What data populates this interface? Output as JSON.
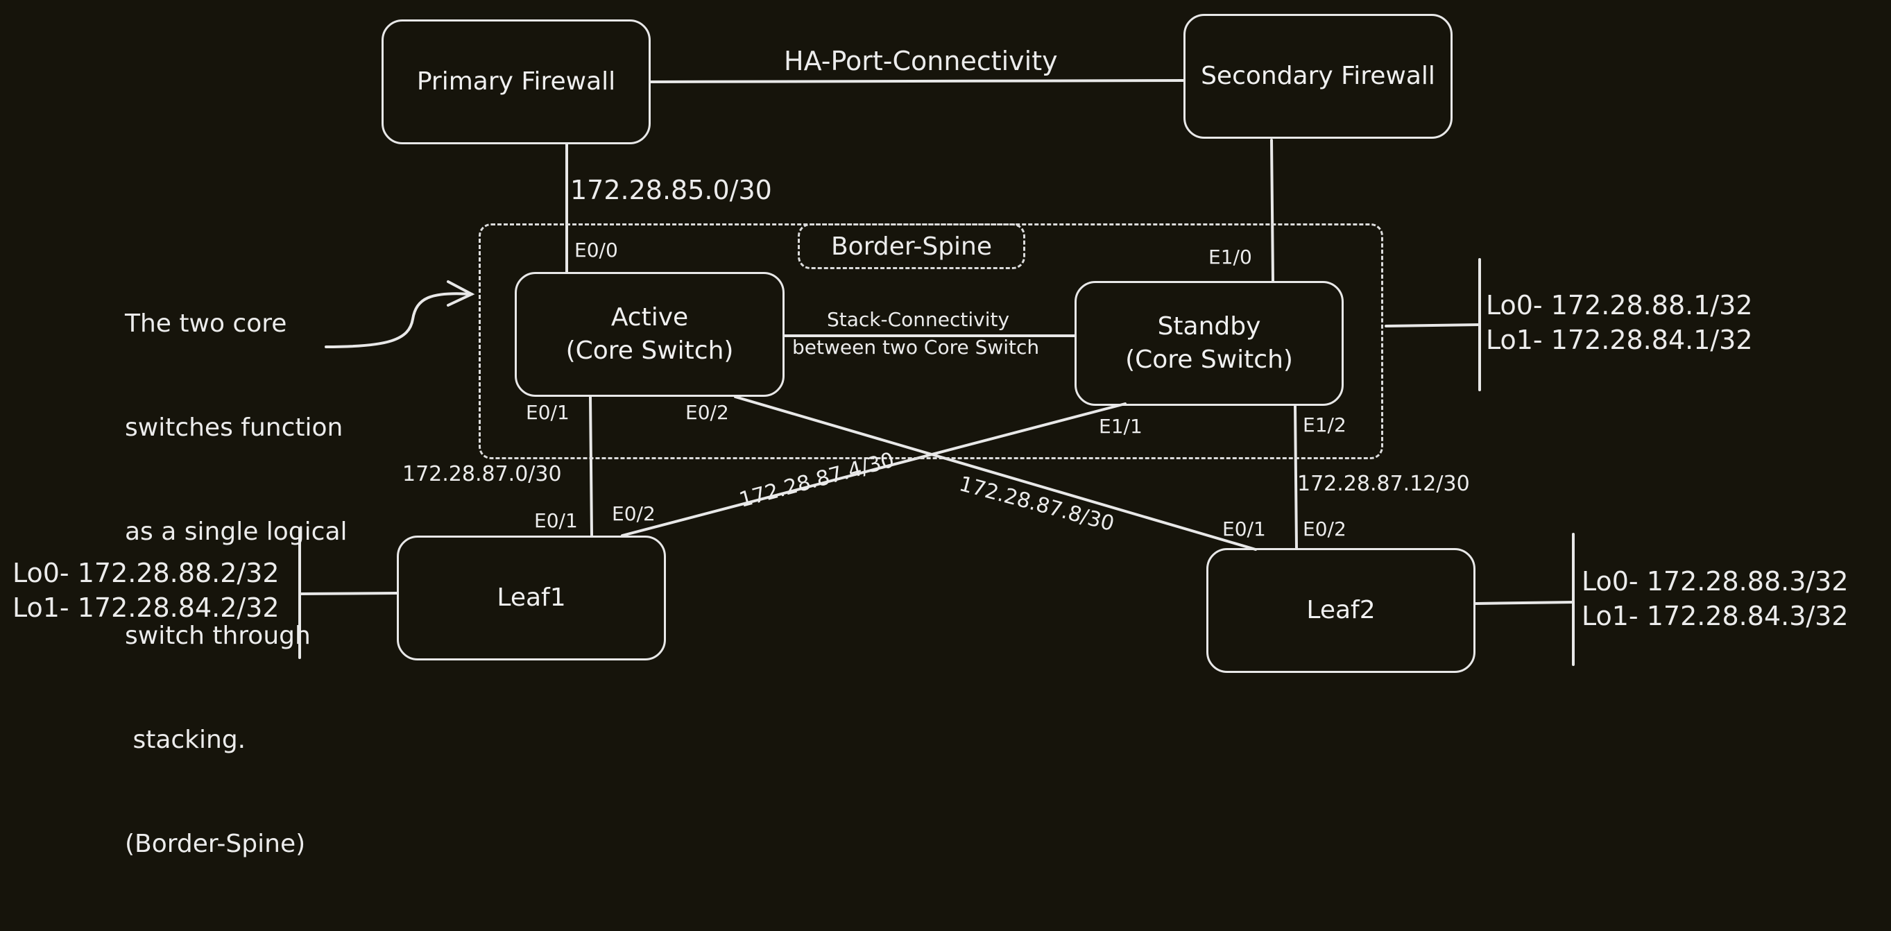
{
  "nodes": {
    "primary_fw": "Primary Firewall",
    "secondary_fw": "Secondary Firewall",
    "active_line1": "Active",
    "active_line2": "(Core Switch)",
    "standby_line1": "Standby",
    "standby_line2": "(Core Switch)",
    "leaf1": "Leaf1",
    "leaf2": "Leaf2"
  },
  "group": {
    "label": "Border-Spine"
  },
  "links": {
    "ha": "HA-Port-Connectivity",
    "fw_subnet": "172.28.85.0/30",
    "stack_line1": "Stack-Connectivity",
    "stack_line2": "between two Core Switch",
    "subnet_a_l1": "172.28.87.0/30",
    "subnet_s_l1": "172.28.87.4/30",
    "subnet_a_l2": "172.28.87.8/30",
    "subnet_s_l2": "172.28.87.12/30"
  },
  "ports": {
    "active_up": "E0/0",
    "standby_up": "E1/0",
    "active_down1": "E0/1",
    "active_down2": "E0/2",
    "standby_down1": "E1/1",
    "standby_down2": "E1/2",
    "leaf1_p1": "E0/1",
    "leaf1_p2": "E0/2",
    "leaf2_p1": "E0/1",
    "leaf2_p2": "E0/2"
  },
  "loopbacks": {
    "core_lo0": "Lo0- 172.28.88.1/32",
    "core_lo1": "Lo1- 172.28.84.1/32",
    "leaf1_lo0": "Lo0- 172.28.88.2/32",
    "leaf1_lo1": "Lo1- 172.28.84.2/32",
    "leaf2_lo0": "Lo0- 172.28.88.3/32",
    "leaf2_lo1": "Lo1- 172.28.84.3/32"
  },
  "annotation": {
    "lines": [
      "The two core",
      "switches function",
      "as a single logical",
      "switch through",
      " stacking.",
      "(Border-Spine)"
    ]
  },
  "colors": {
    "background": "#16140b",
    "stroke": "#e8e8e8"
  }
}
